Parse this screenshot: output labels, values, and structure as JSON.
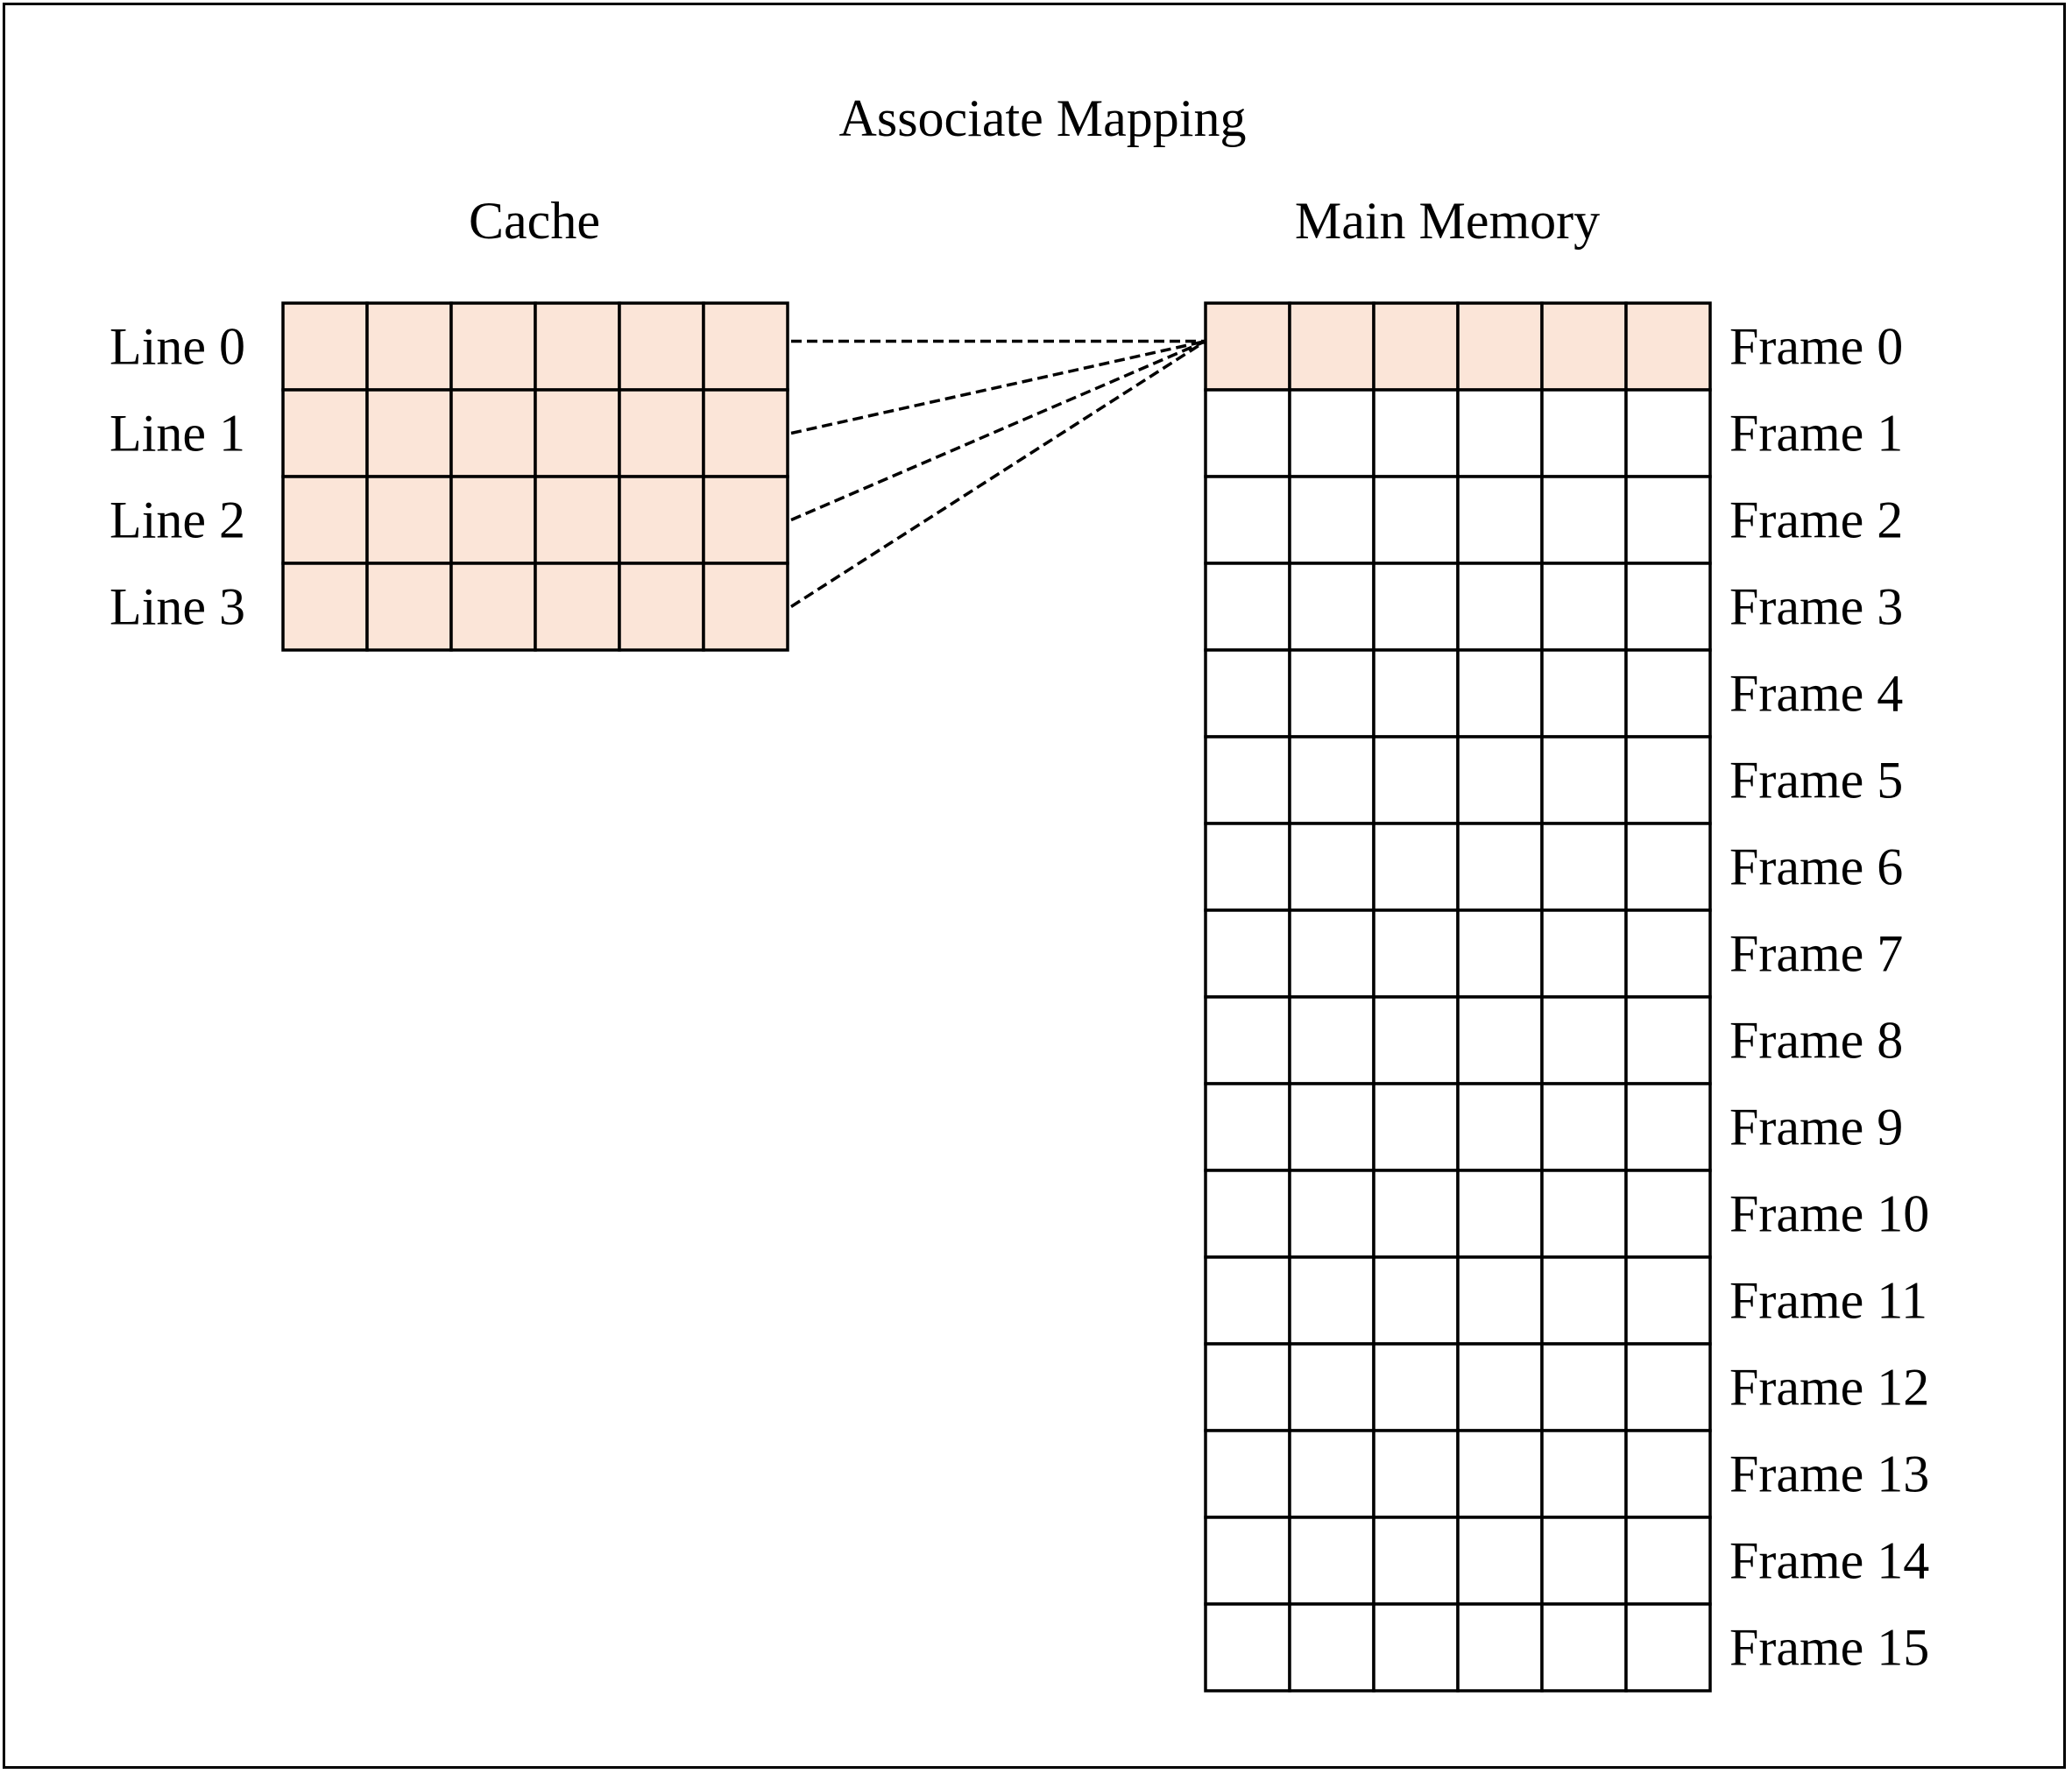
{
  "title": "Associate Mapping",
  "cache": {
    "heading": "Cache",
    "line_labels": [
      "Line 0",
      "Line 1",
      "Line 2",
      "Line 3"
    ],
    "columns_per_row": 6,
    "fill_color": "#FBE5D8"
  },
  "memory": {
    "heading": "Main Memory",
    "frame_labels": [
      "Frame 0",
      "Frame 1",
      "Frame 2",
      "Frame 3",
      "Frame 4",
      "Frame 5",
      "Frame 6",
      "Frame 7",
      "Frame 8",
      "Frame 9",
      "Frame 10",
      "Frame 11",
      "Frame 12",
      "Frame 13",
      "Frame 14",
      "Frame 15"
    ],
    "columns_per_row": 6,
    "highlighted_frame": 0,
    "highlight_color": "#FBE5D8"
  },
  "mapping": {
    "description_lines": "dashed",
    "from_lines": [
      0,
      1,
      2,
      3
    ],
    "to_frame": 0
  },
  "colors": {
    "stroke": "#000000",
    "background": "#ffffff"
  }
}
